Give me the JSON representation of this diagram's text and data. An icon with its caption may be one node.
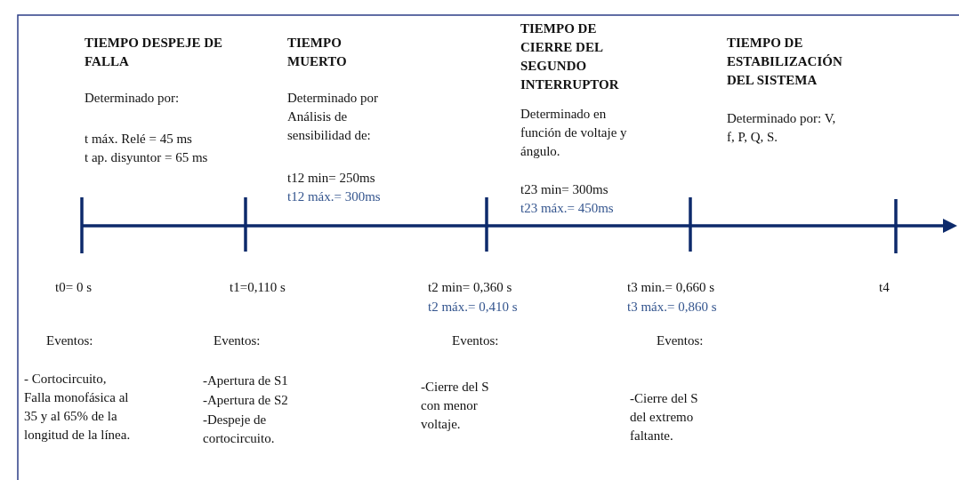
{
  "diagram": {
    "labels": [
      "TIEMPO DESPEJE DE FALLA",
      "Determinado por:",
      "t máx. Relé = 45 ms",
      "t ap. disyuntor = 65 ms",
      "TIEMPO MUERTO",
      "Determinado por Análisis de sensibilidad de:",
      "t12 min= 250ms",
      "t12 máx.= 300ms",
      "TIEMPO DE CIERRE DEL SEGUNDO INTERRUPTOR",
      "Determinado en función de voltaje y ángulo.",
      "t23 min= 300ms",
      "t23 máx.= 450ms",
      "TIEMPO DE ESTABILIZACIÓN DEL SISTEMA",
      "Determinado por: V, f, P, Q, S.",
      "t0= 0 s",
      "t1=0,110 s",
      "t2 min= 0,360 s",
      "t2 máx.= 0,410 s",
      "t3 min.= 0,660 s",
      "t3 máx.= 0,860 s",
      "t4",
      "Eventos:",
      "Eventos:",
      "Eventos:",
      "Eventos:",
      "- Cortocircuito, Falla monofásica al 35 y al 65% de la longitud de la línea.",
      "-Apertura de  S1",
      "-Apertura de S2",
      "-Despeje de cortocircuito.",
      "-Cierre del S con menor voltaje.",
      "-Cierre del S del extremo faltante."
    ]
  }
}
